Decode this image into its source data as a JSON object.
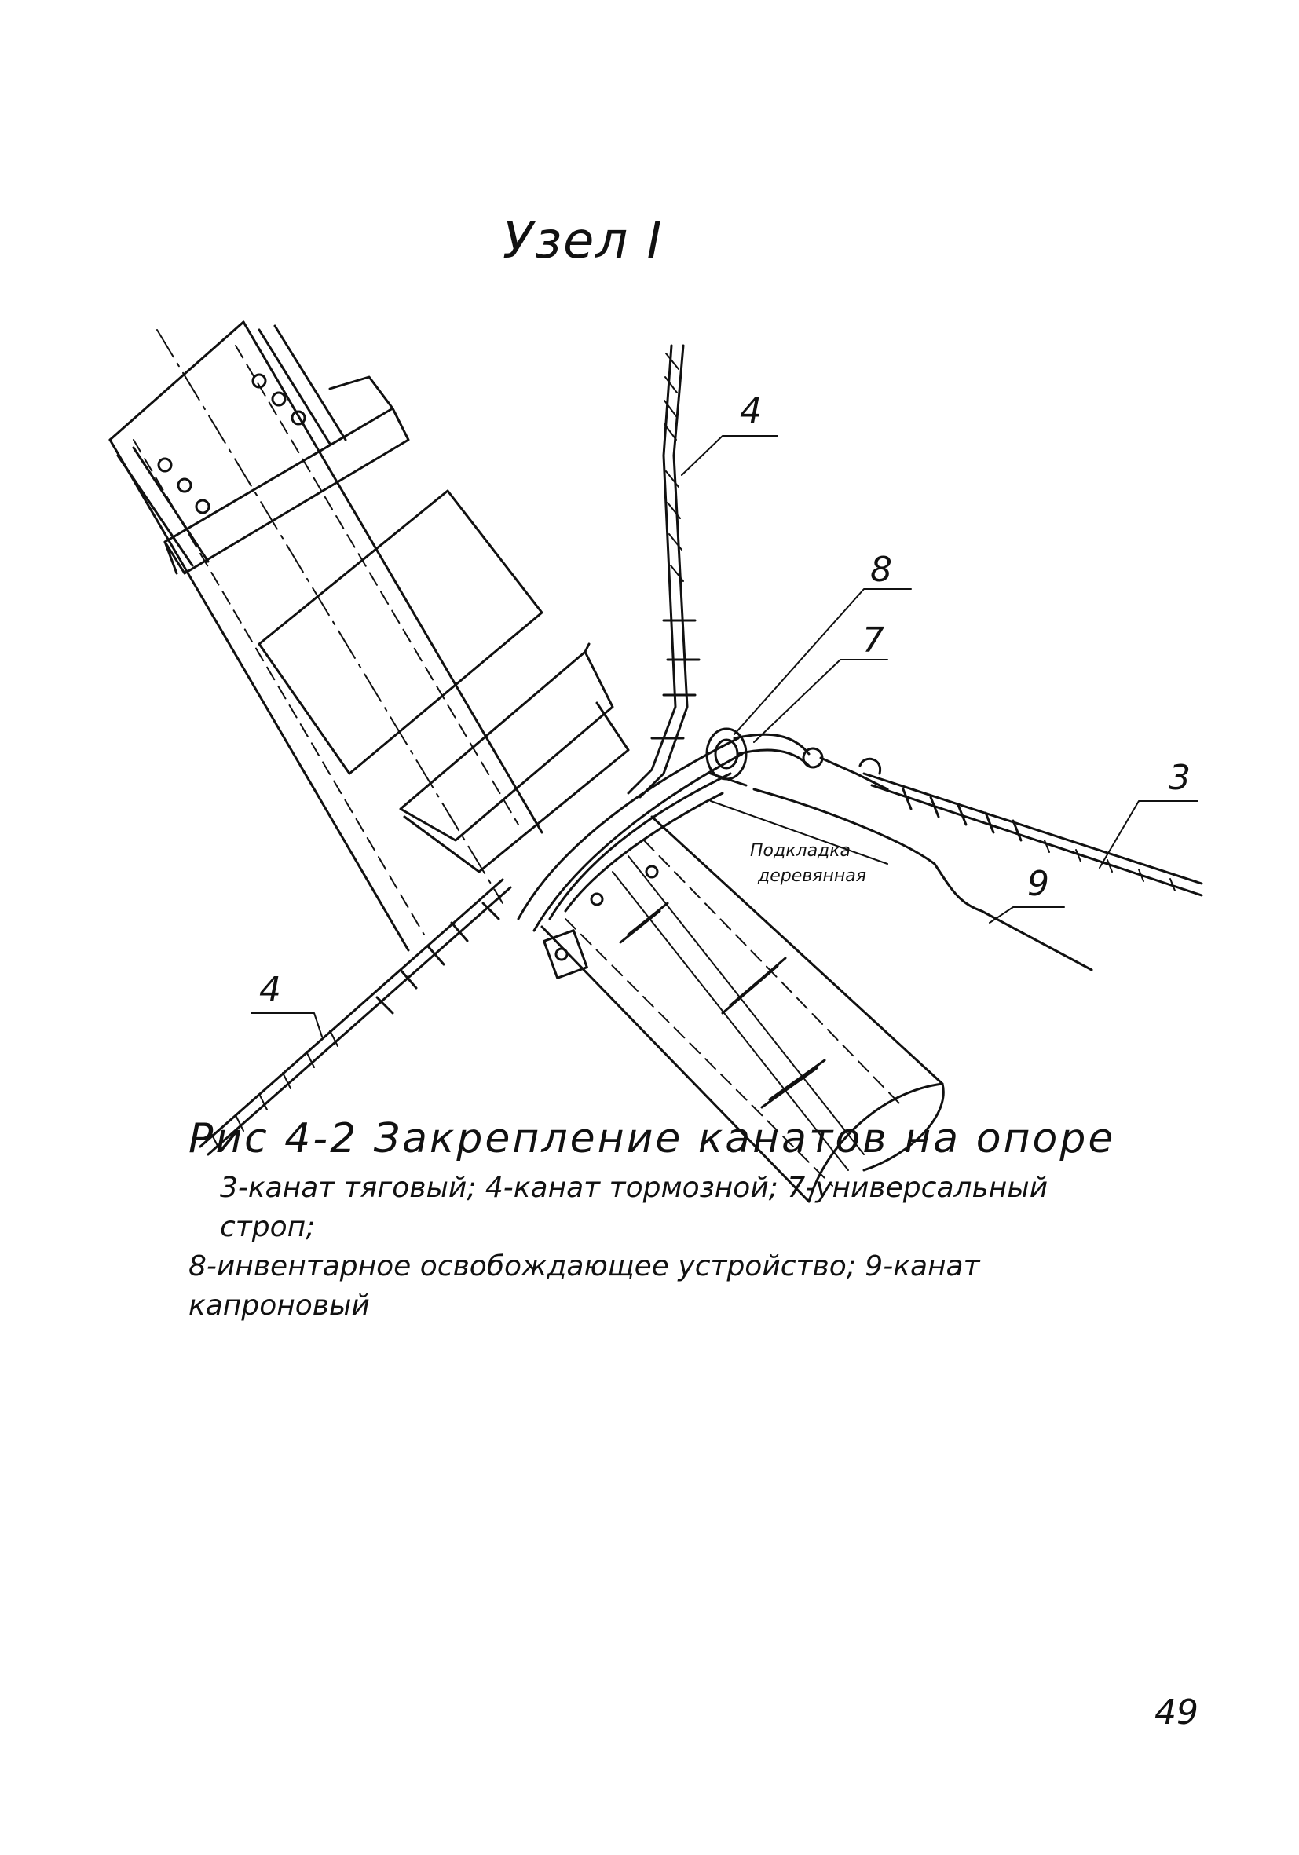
{
  "node_title": "Узел I",
  "callouts": {
    "label_4_top": "4",
    "label_8": "8",
    "label_7": "7",
    "label_3": "3",
    "label_9": "9",
    "label_4_bottom": "4"
  },
  "notes": {
    "wood_pad_line1": "Подкладка",
    "wood_pad_line2": "деревянная"
  },
  "caption": {
    "title": "Рис 4-2 Закрепление канатов на опоре",
    "lines": [
      "3-канат тяговый; 4-канат тормозной; 7-универсальный строп;",
      "8-инвентарное освобождающее устройство; 9-канат",
      "капроновый"
    ]
  },
  "page_number": "49"
}
